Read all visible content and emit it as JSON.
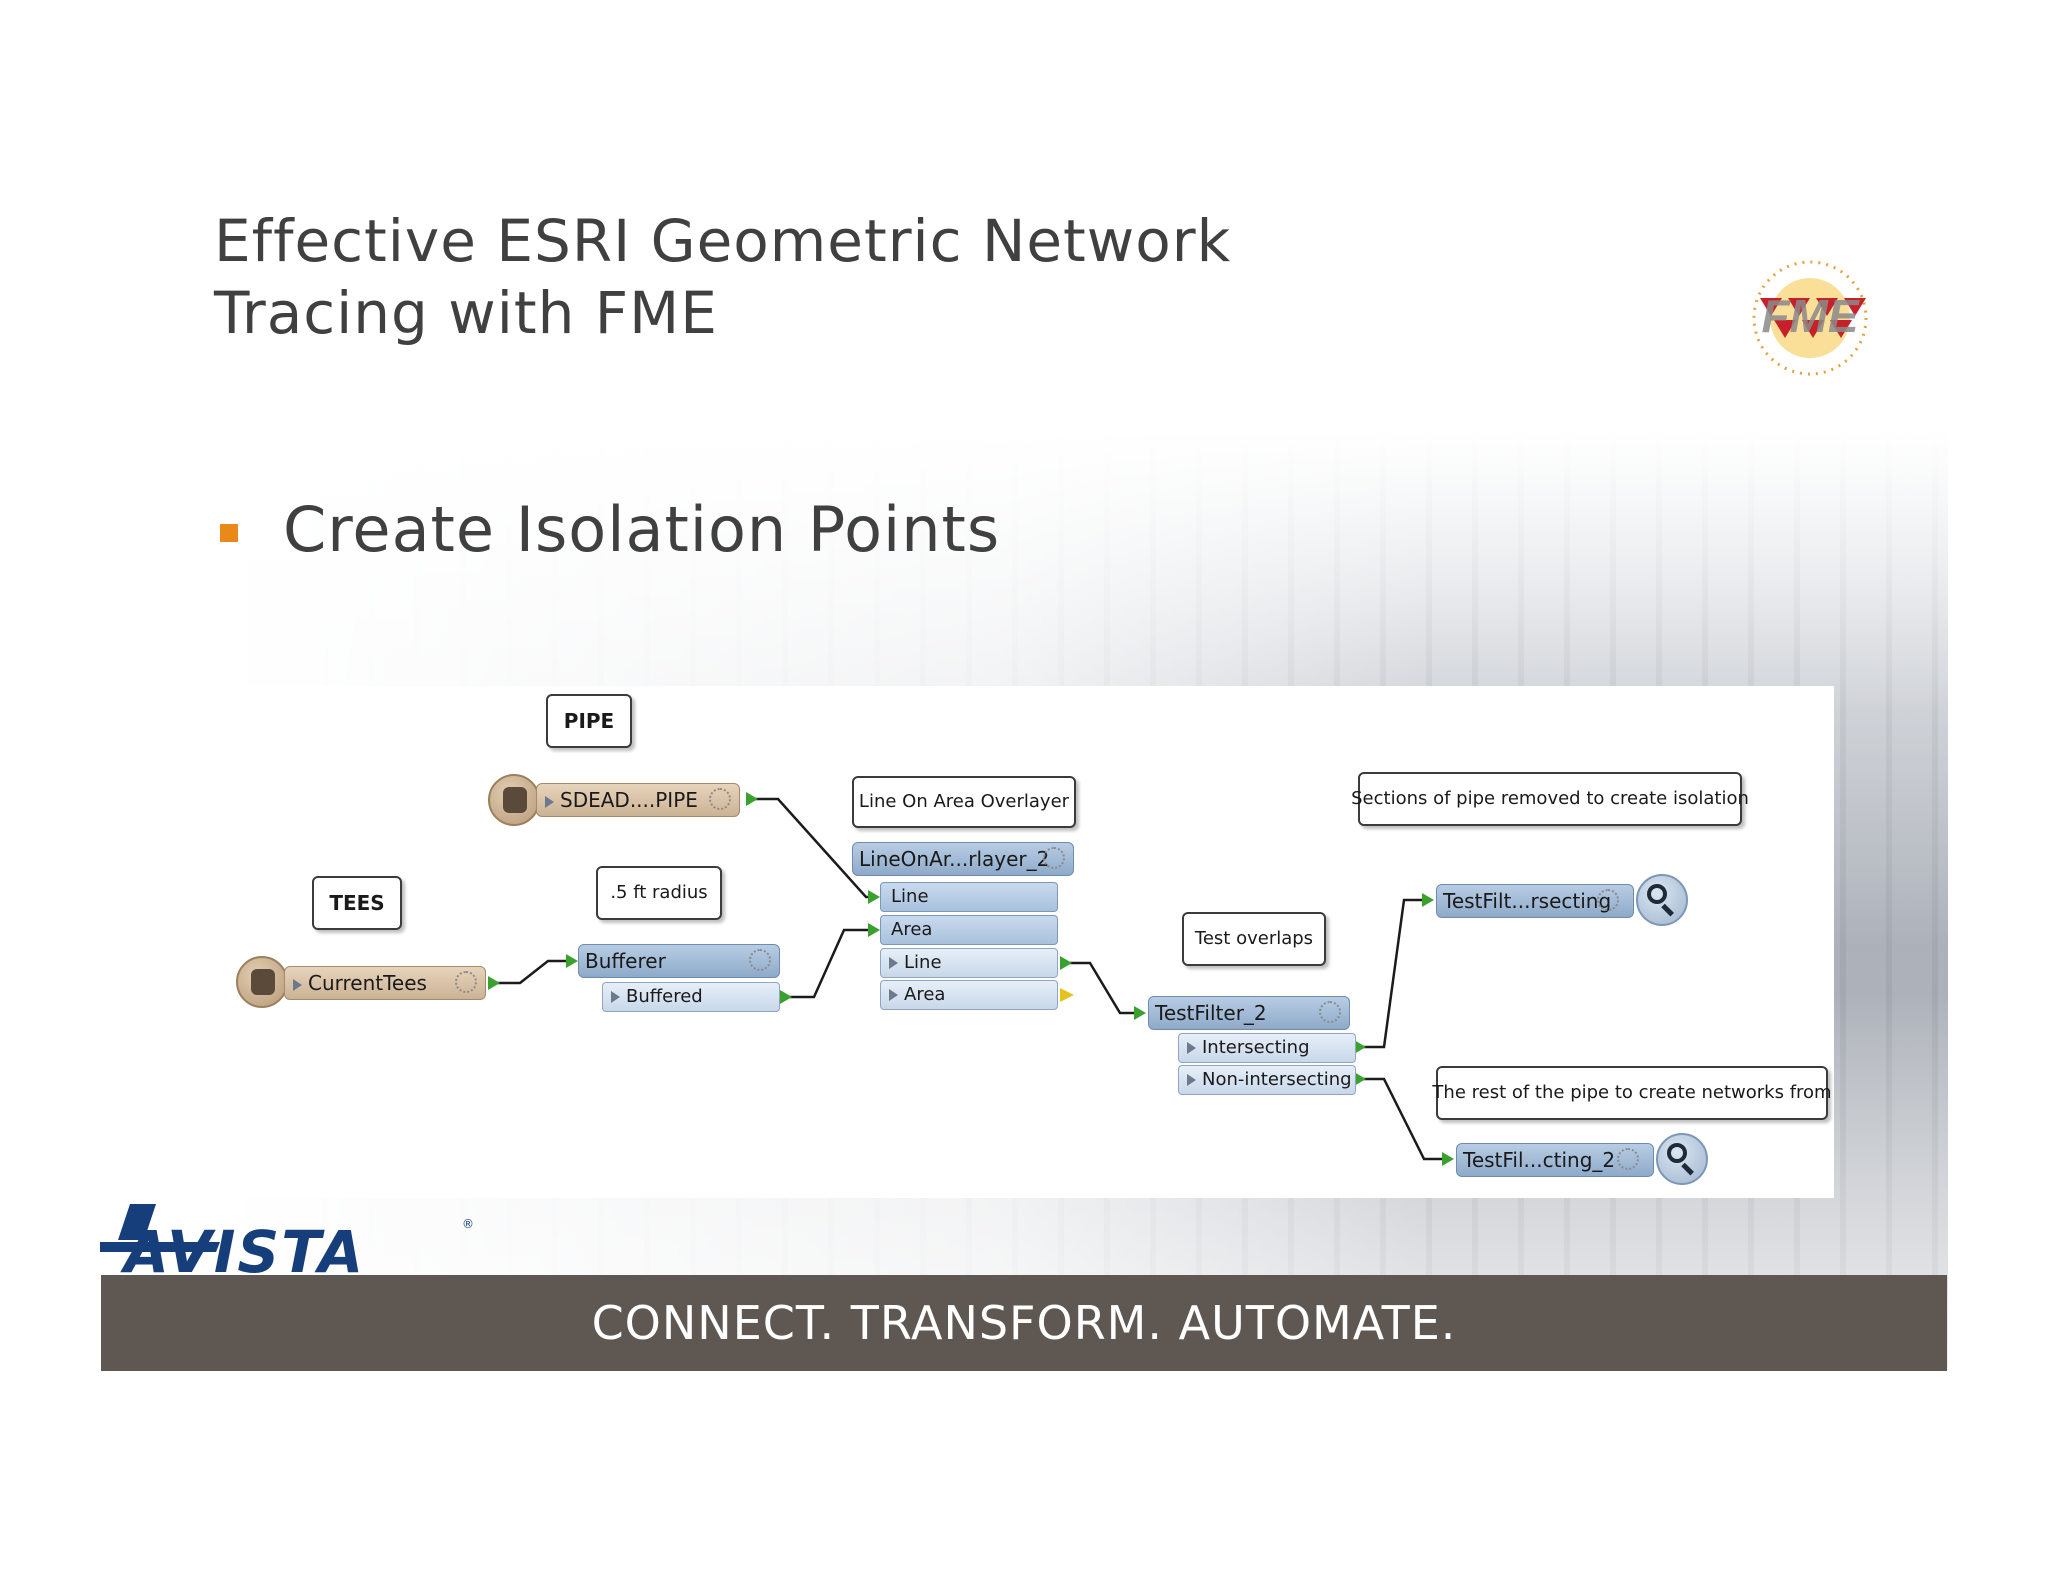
{
  "slide": {
    "title_line1": "Effective ESRI Geometric Network",
    "title_line2": "Tracing with FME",
    "bullet": "Create Isolation Points",
    "footer": "CONNECT. TRANSFORM. AUTOMATE.",
    "logo_text": "FME",
    "company_logo_text": "AVISTA"
  },
  "colors": {
    "bullet_orange": "#e8891a",
    "footer_bar": "#5f5852",
    "avista_blue": "#163e7a"
  },
  "workspace": {
    "callouts": {
      "pipe": "PIPE",
      "tees": "TEES",
      "radius": ".5 ft radius",
      "overlayer": "Line On Area Overlayer",
      "test_overlaps": "Test overlaps",
      "sections": "Sections of pipe removed to create isolation",
      "rest": "The rest of the pipe to create networks from"
    },
    "readers": {
      "pipe": "SDEAD....PIPE",
      "tees": "CurrentTees"
    },
    "transformers": {
      "bufferer": "Bufferer",
      "bufferer_out": "Buffered",
      "overlayer": "LineOnAr...rlayer_2",
      "overlayer_in_line": "Line",
      "overlayer_in_area": "Area",
      "overlayer_out_line": "Line",
      "overlayer_out_area": "Area",
      "testfilter": "TestFilter_2",
      "testfilter_out1": "Intersecting",
      "testfilter_out2": "Non-intersecting",
      "inspector1": "TestFilt...rsecting",
      "inspector2": "TestFil...cting_2"
    }
  }
}
